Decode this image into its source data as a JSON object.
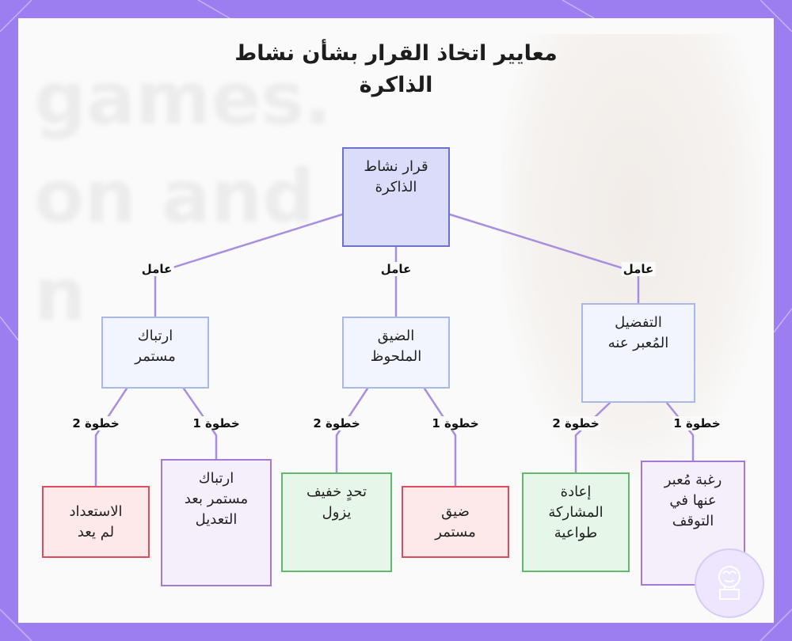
{
  "title_lines": [
    "معايير اتخاذ القرار بشأن نشاط",
    "الذاكرة"
  ],
  "background_ghost_text": [
    "games.",
    "on and",
    "n"
  ],
  "root": {
    "lines": [
      "قرار نشاط",
      "الذاكرة"
    ]
  },
  "factors": [
    {
      "id": "preference",
      "lines": [
        "التفضيل",
        "المُعبر عنه"
      ],
      "edge_label": "عامل"
    },
    {
      "id": "distress",
      "lines": [
        "الضيق",
        "الملحوظ"
      ],
      "edge_label": "عامل"
    },
    {
      "id": "confusion",
      "lines": [
        "ارتباك",
        "مستمر"
      ],
      "edge_label": "عامل"
    }
  ],
  "leaves": [
    {
      "id": "stop-wish",
      "lines": [
        "رغبة مُعبر",
        "عنها في",
        "التوقف"
      ],
      "edge_label": "خطوة 1"
    },
    {
      "id": "voluntary-reengage",
      "lines": [
        "إعادة",
        "المشاركة",
        "طواعية"
      ],
      "edge_label": "خطوة 2"
    },
    {
      "id": "persistent-distress",
      "lines": [
        "ضيق",
        "مستمر"
      ],
      "edge_label": "خطوة 1"
    },
    {
      "id": "mild-challenge",
      "lines": [
        "تحدٍ خفيف",
        "يزول"
      ],
      "edge_label": "خطوة 2"
    },
    {
      "id": "confusion-after-adjust",
      "lines": [
        "ارتباك",
        "مستمر بعد",
        "التعديل"
      ],
      "edge_label": "خطوة 1"
    },
    {
      "id": "no-longer-ready",
      "lines": [
        "الاستعداد",
        "لم يعد"
      ],
      "edge_label": "خطوة 2"
    }
  ],
  "colors": {
    "frame": "#9c7ef0",
    "edge": "#a98ee0",
    "root_fill": "#dadcf9",
    "root_border": "#6b72cf",
    "factor_border": "#a9b8e6",
    "red_border": "#e04b5b",
    "purple_border": "#a578d8",
    "green_border": "#63b76c"
  }
}
